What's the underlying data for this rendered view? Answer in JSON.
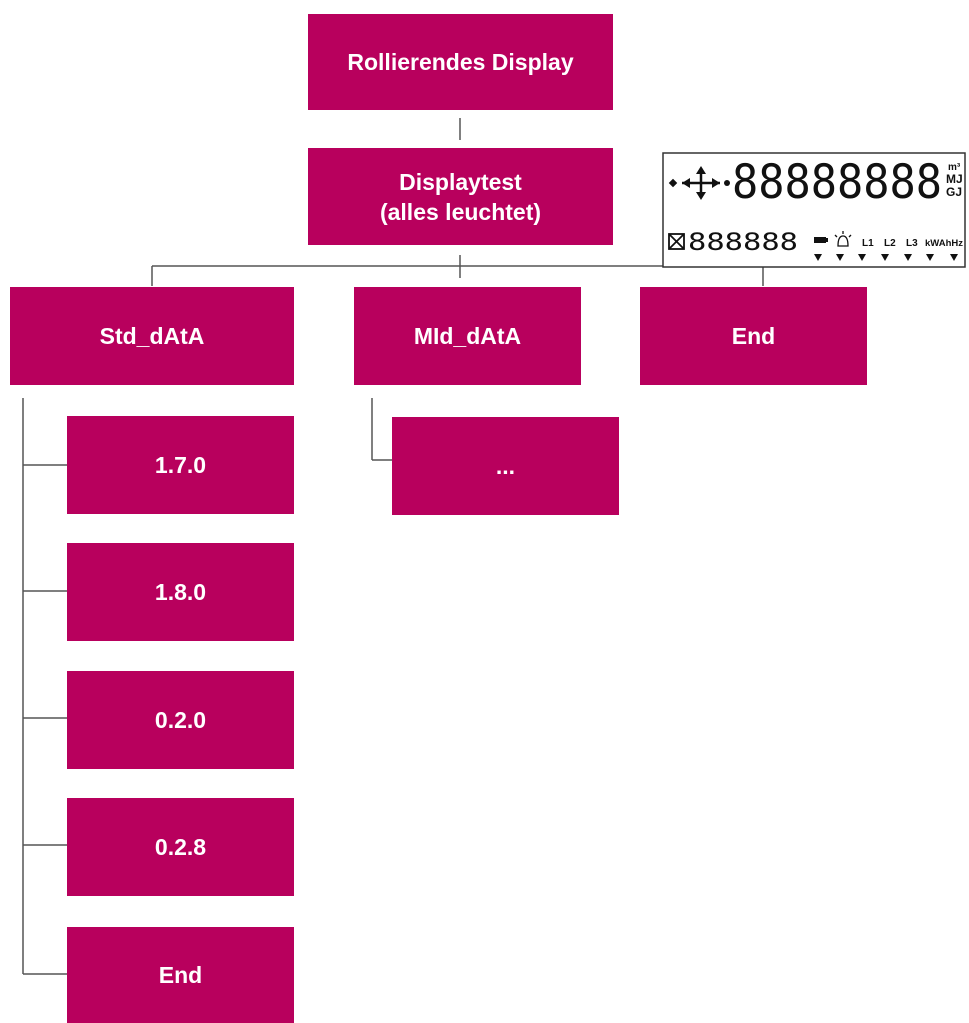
{
  "colors": {
    "box": "#b8005d",
    "box_text": "#ffffff",
    "connector": "#555555"
  },
  "root": {
    "label": "Rollierendes Display"
  },
  "display_test": {
    "label": "Displaytest\n(alles leuchtet)"
  },
  "menus": [
    {
      "label": "Std_dAtA"
    },
    {
      "label": "MId_dAtA"
    },
    {
      "label": "End"
    }
  ],
  "std_items": [
    {
      "label": "1.7.0"
    },
    {
      "label": "1.8.0"
    },
    {
      "label": "0.2.0"
    },
    {
      "label": "0.2.8"
    },
    {
      "label": "End"
    }
  ],
  "mid_items": [
    {
      "label": "..."
    }
  ],
  "lcd": {
    "main_digits": "88888888",
    "small_digits": "888888",
    "units_top": "m³",
    "units_mid": "MJ",
    "units_bottom": "GJ",
    "indicators": [
      "L1",
      "L2",
      "L3",
      "kWAhHz"
    ]
  }
}
